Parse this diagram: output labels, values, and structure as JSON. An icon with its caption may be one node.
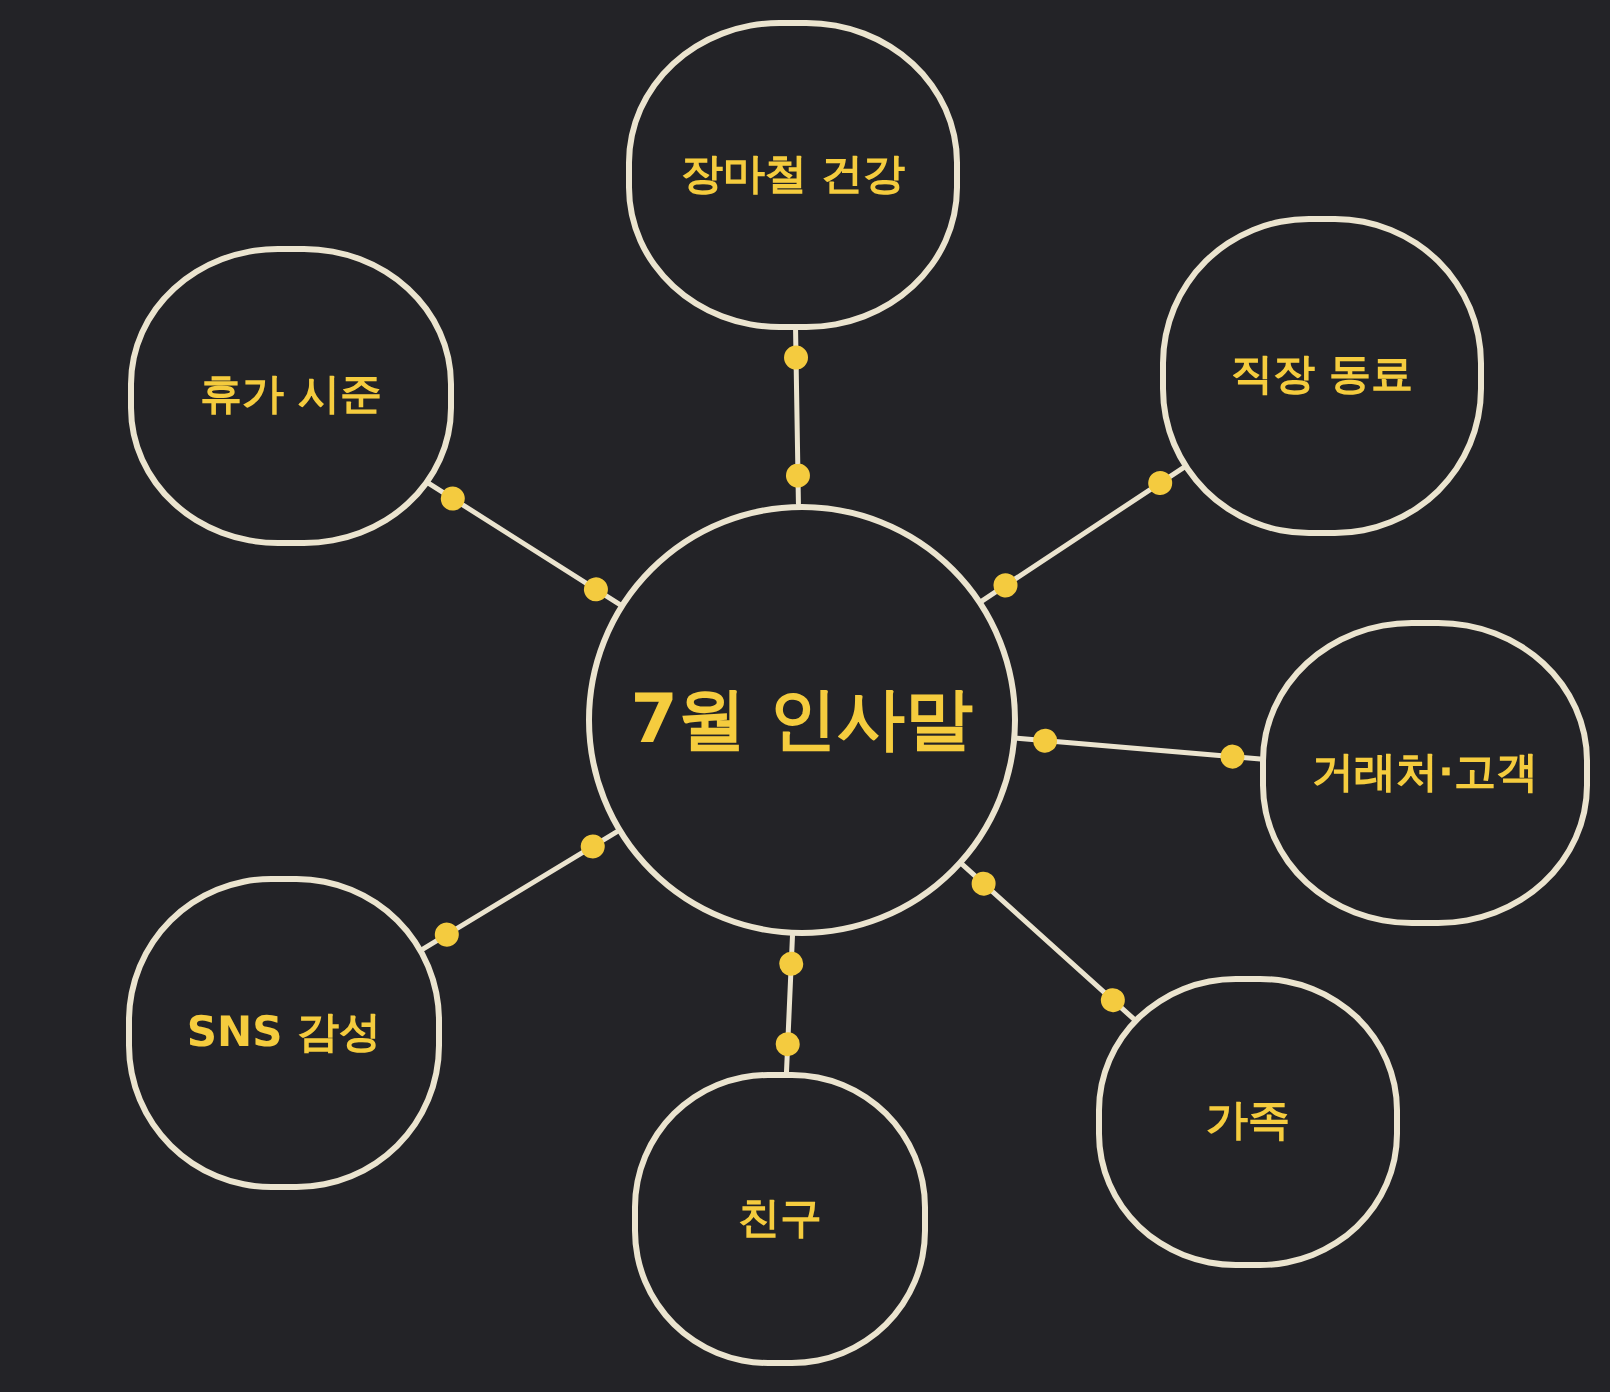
{
  "diagram": {
    "nodes": [
      {
        "text": [
          "7월 인사말"
        ]
      },
      {
        "text": [
          "장마철 건강"
        ]
      },
      {
        "text": [
          "직장 동료"
        ]
      },
      {
        "text": [
          "거래처·고객"
        ]
      },
      {
        "text": [
          "가족"
        ]
      },
      {
        "text": [
          "친구"
        ]
      },
      {
        "text": [
          "SNS 감성"
        ]
      },
      {
        "text": [
          "휴가 시준"
        ]
      }
    ],
    "edges": [
      {
        "from": 0,
        "to": 1,
        "arrow": "other"
      },
      {
        "from": 0,
        "to": 2,
        "arrow": "other"
      },
      {
        "from": 0,
        "to": 3,
        "arrow": "other"
      },
      {
        "from": 0,
        "to": 4,
        "arrow": "other"
      },
      {
        "from": 0,
        "to": 5,
        "arrow": "other"
      },
      {
        "from": 0,
        "to": 6,
        "arrow": "other"
      },
      {
        "from": 0,
        "to": 7,
        "arrow": "other"
      }
    ]
  }
}
